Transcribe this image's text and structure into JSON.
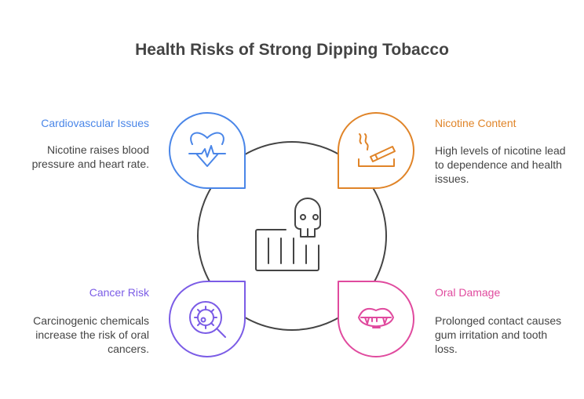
{
  "title": "Health Risks of Strong Dipping Tobacco",
  "colors": {
    "blue": "#4a86e8",
    "orange": "#e08428",
    "purple": "#7b5ce6",
    "pink": "#e04a9e",
    "center": "#444444"
  },
  "center": {
    "icon": "skull-tobacco-tin-icon"
  },
  "items": [
    {
      "heading": "Cardiovascular Issues",
      "description": "Nicotine raises blood pressure and heart rate.",
      "icon": "heart-pulse-icon"
    },
    {
      "heading": "Nicotine Content",
      "description": "High levels of nicotine lead to dependence and health issues.",
      "icon": "smoking-cigarette-icon"
    },
    {
      "heading": "Cancer Risk",
      "description": "Carcinogenic chemicals increase the risk of oral cancers.",
      "icon": "cancer-cell-magnifier-icon"
    },
    {
      "heading": "Oral Damage",
      "description": "Prolonged contact causes gum irritation and tooth loss.",
      "icon": "mouth-teeth-icon"
    }
  ]
}
